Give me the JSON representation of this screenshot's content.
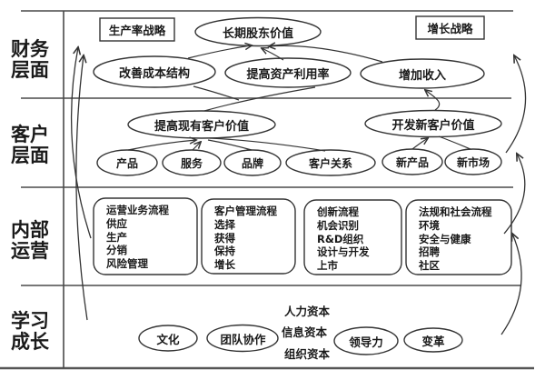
{
  "perspectives": [
    {
      "label": "财务层面"
    },
    {
      "label": "客户层面"
    },
    {
      "label": "内部运营"
    },
    {
      "label": "学习成长"
    }
  ],
  "financial": {
    "productivity_strategy": "生产率战略",
    "growth_strategy": "增长战略",
    "shareholder_value": "长期股东价值",
    "improve_cost_structure": "改善成本结构",
    "asset_utilization": "提高资产利用率",
    "increase_revenue": "增加收入"
  },
  "customer": {
    "existing_customer_value": "提高现有客户价值",
    "new_customer_value": "开发新客户价值",
    "attributes": [
      "产品",
      "服务",
      "品牌",
      "客户关系",
      "新产品",
      "新市场"
    ]
  },
  "internal": {
    "boxes": [
      {
        "title": "运营业务流程",
        "items": [
          "供应",
          "生产",
          "分销",
          "风险管理"
        ]
      },
      {
        "title": "客户管理流程",
        "items": [
          "选择",
          "获得",
          "保持",
          "增长"
        ]
      },
      {
        "title": "创新流程",
        "items": [
          "机会识别",
          "R&D组织",
          "设计与开发",
          "上市"
        ]
      },
      {
        "title": "法规和社会流程",
        "items": [
          "环境",
          "安全与健康",
          "招聘",
          "社区"
        ]
      }
    ]
  },
  "learning": {
    "capitals": [
      "人力资本",
      "信息资本",
      "组织资本"
    ],
    "ellipses": [
      "文化",
      "团队协作",
      "领导力",
      "变革"
    ]
  },
  "colors": {
    "ink": "#333333",
    "grid": "#4a4a4a",
    "background": "#ffffff"
  }
}
